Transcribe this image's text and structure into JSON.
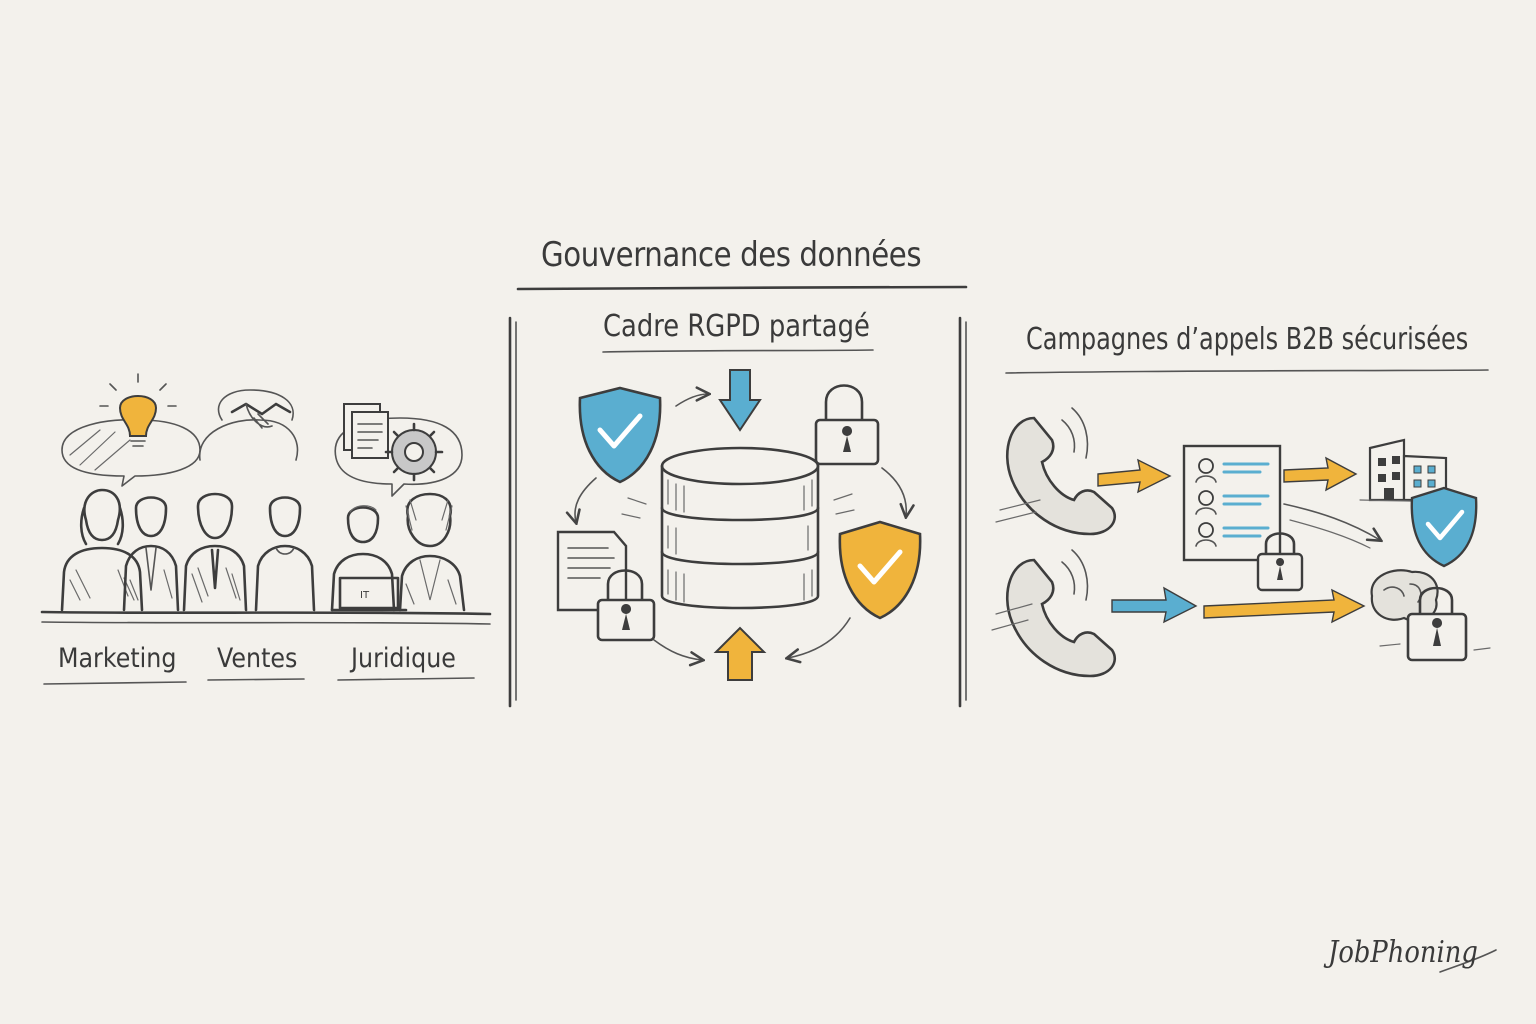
{
  "header": {
    "title": "Gouvernance des données"
  },
  "panels": {
    "center": {
      "title": "Cadre RGPD partagé"
    },
    "right": {
      "title": "Campagnes d’appels B2B sécurisées"
    }
  },
  "teams": [
    "Marketing",
    "Ventes",
    "Juridique"
  ],
  "laptop_label": "IT",
  "brand": "JobPhoning",
  "colors": {
    "background": "#f3f1ec",
    "ink": "#3d3d3d",
    "accent_blue": "#5aaed0",
    "accent_yellow": "#f0b43c"
  },
  "icons": [
    "lightbulb-icon",
    "handshake-icon",
    "document-icon",
    "gear-icon",
    "shield-check-icon",
    "padlock-icon",
    "database-icon",
    "arrow-icon",
    "phone-icon",
    "contact-list-icon",
    "building-icon",
    "brain-icon"
  ]
}
